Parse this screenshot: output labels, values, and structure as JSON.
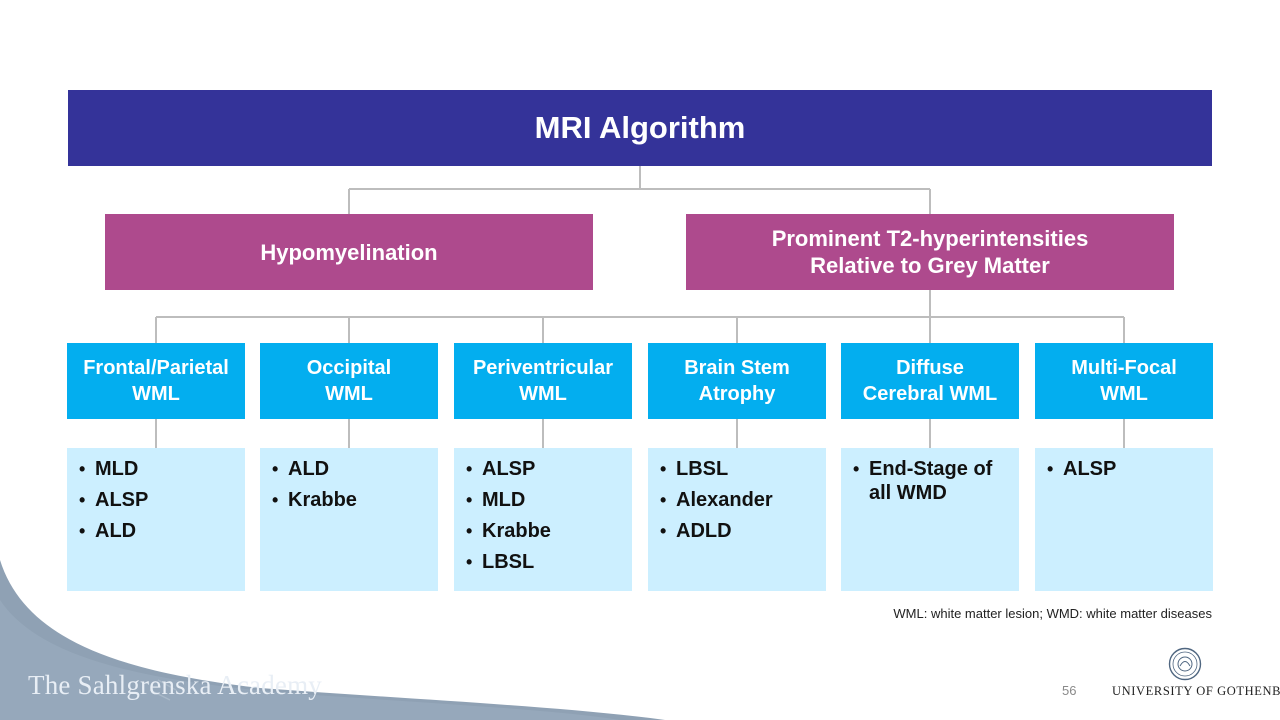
{
  "title": "MRI Algorithm",
  "branches": [
    {
      "label": "Hypomyelination"
    },
    {
      "label_line1": "Prominent T2-hyperintensities",
      "label_line2": "Relative to Grey Matter"
    }
  ],
  "categories": [
    {
      "line1": "Frontal/Parietal",
      "line2": "WML",
      "items": [
        "MLD",
        "ALSP",
        "ALD"
      ]
    },
    {
      "line1": "Occipital",
      "line2": "WML",
      "items": [
        "ALD",
        "Krabbe"
      ]
    },
    {
      "line1": "Periventricular",
      "line2": "WML",
      "items": [
        "ALSP",
        "MLD",
        "Krabbe",
        "LBSL"
      ]
    },
    {
      "line1": "Brain Stem",
      "line2": "Atrophy",
      "items": [
        "LBSL",
        "Alexander",
        "ADLD"
      ]
    },
    {
      "line1": "Diffuse",
      "line2": "Cerebral WML",
      "items": [
        "End-Stage of all WMD"
      ]
    },
    {
      "line1": "Multi-Focal",
      "line2": "WML",
      "items": [
        "ALSP"
      ]
    }
  ],
  "footnote": "WML: white matter lesion; WMD: white matter diseases",
  "page_number": "56",
  "academy_name": "The Sahlgrenska Academy",
  "university_name": "UNIVERSITY OF GOTHENBURG",
  "colors": {
    "title_bg": "#343399",
    "branch_bg": "#ae4a8d",
    "category_bg": "#03aeef",
    "list_bg": "#ccefff",
    "connector": "#bdbdbd",
    "footer_wave": "#8fa1b4"
  }
}
